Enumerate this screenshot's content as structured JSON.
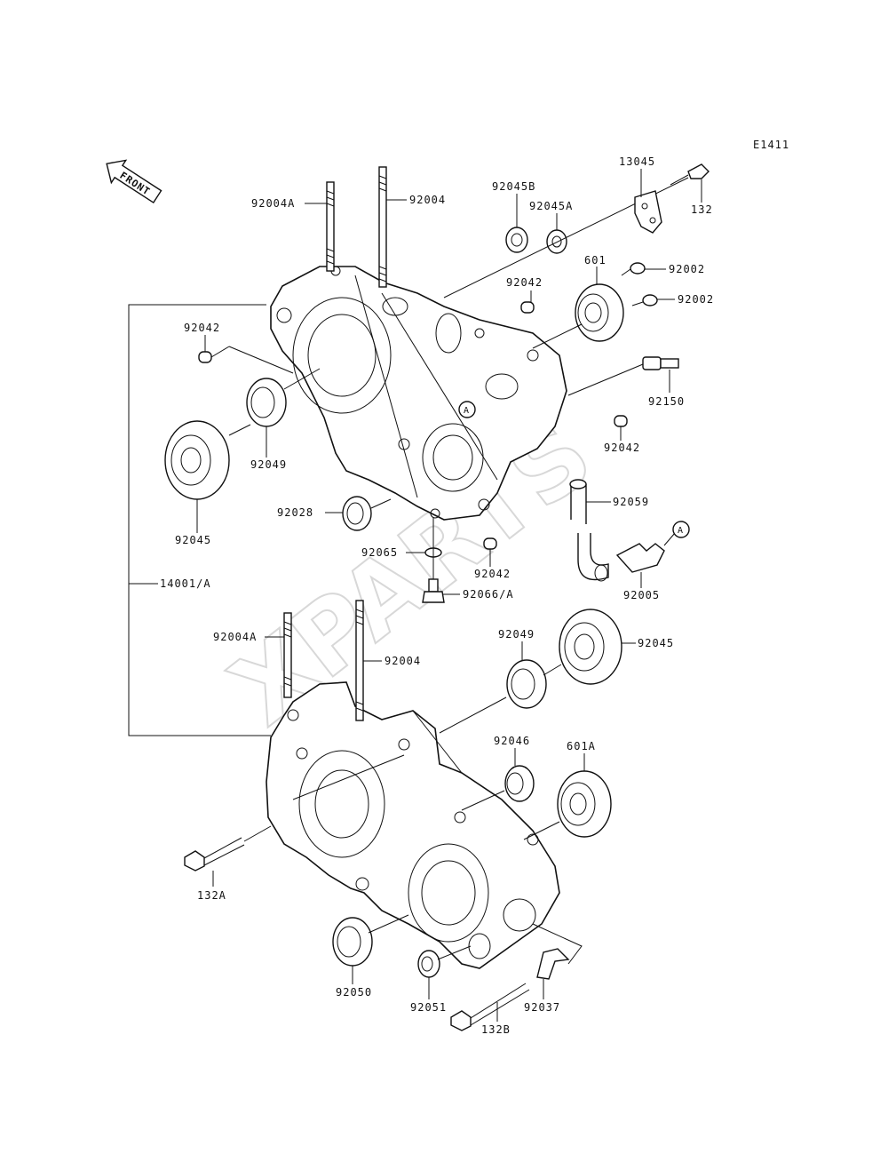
{
  "diagram": {
    "code": "E1411",
    "front_label": "FRONT",
    "watermark": "XPARTS",
    "marker_a": "A",
    "labels": {
      "l_92004A_top": "92004A",
      "l_92004_top": "92004",
      "l_92045B": "92045B",
      "l_92045A": "92045A",
      "l_13045": "13045",
      "l_132": "132",
      "l_92042_mid": "92042",
      "l_601": "601",
      "l_92002_a": "92002",
      "l_92002_b": "92002",
      "l_92042_left": "92042",
      "l_92150": "92150",
      "l_92049_top": "92049",
      "l_92042_right": "92042",
      "l_92045_left": "92045",
      "l_92059": "92059",
      "l_92028": "92028",
      "l_92065": "92065",
      "l_92042_low": "92042",
      "l_92005": "92005",
      "l_14001A": "14001/A",
      "l_92066A": "92066/A",
      "l_92004A_low": "92004A",
      "l_92004_low": "92004",
      "l_92049_low": "92049",
      "l_92045_right": "92045",
      "l_92046": "92046",
      "l_601A": "601A",
      "l_132A": "132A",
      "l_92050": "92050",
      "l_92051": "92051",
      "l_92037": "92037",
      "l_132B": "132B"
    }
  }
}
